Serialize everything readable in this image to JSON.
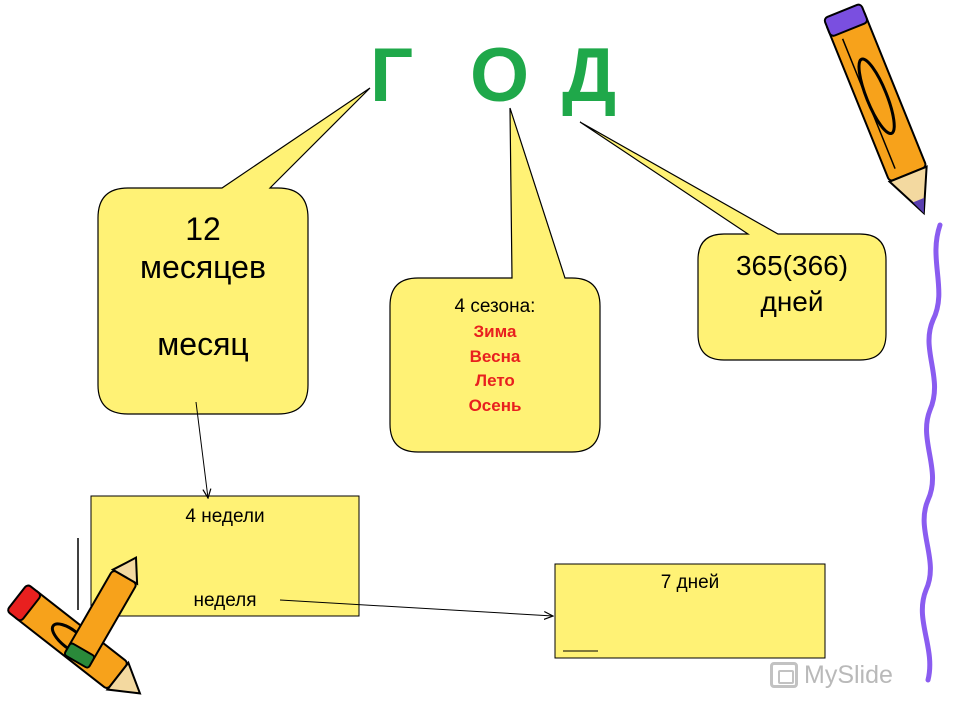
{
  "title": {
    "letters": [
      "Г",
      "О",
      "Д"
    ]
  },
  "bubbles": {
    "months": {
      "line1": "12",
      "line2": "месяцев",
      "line3": "месяц"
    },
    "seasons": {
      "heading": "4 сезона:",
      "items": [
        "Зима",
        "Весна",
        "Лето",
        "Осень"
      ]
    },
    "days": {
      "line1": "365(366)",
      "line2": "дней"
    }
  },
  "boxes": {
    "weeks": {
      "top": "4 недели",
      "bottom": "неделя"
    },
    "week_days": {
      "top": "7 дней"
    }
  },
  "watermark": {
    "text": "MySlide"
  },
  "colors": {
    "title_green": "#1fa84a",
    "fill_yellow": "#fff275",
    "season_red": "#e8201f",
    "pencil_orange": "#f7a21b",
    "pencil_purple": "#7a4fe0",
    "squiggle_purple": "#8a5cf0"
  }
}
